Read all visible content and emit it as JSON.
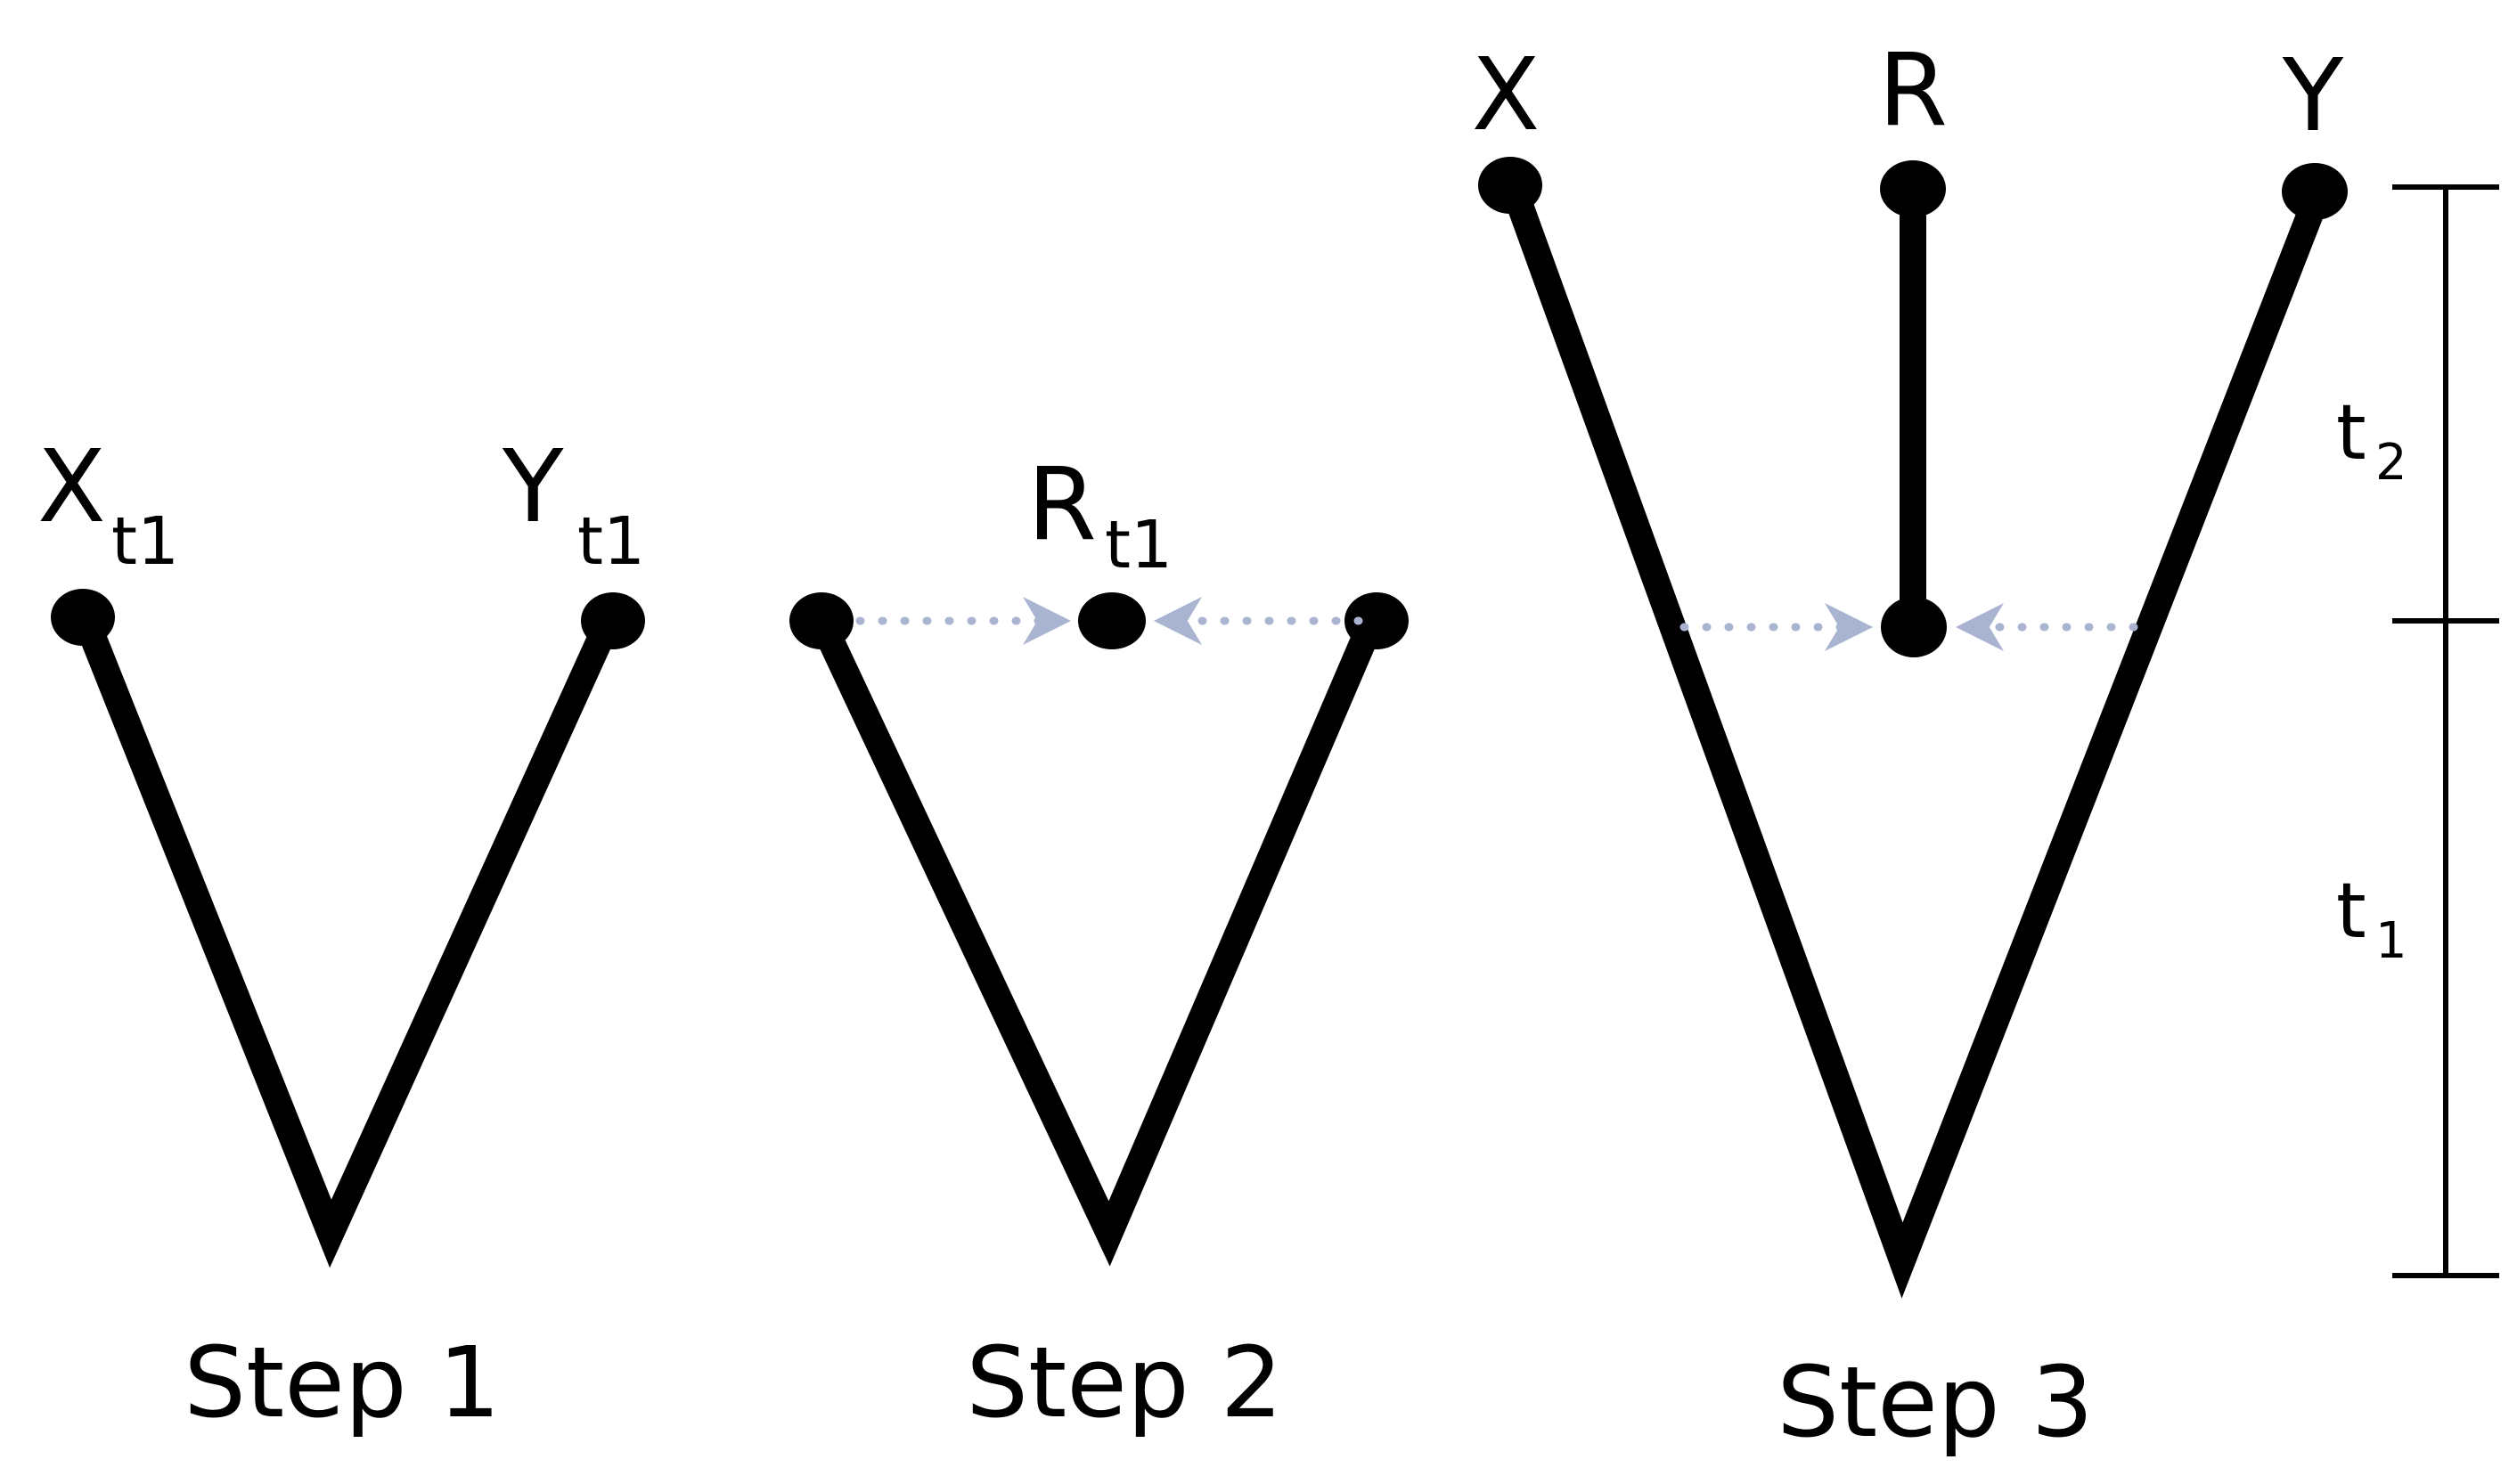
{
  "colors": {
    "branch": "#000000",
    "arrow": "#a9b4d0",
    "background": "#ffffff"
  },
  "step1": {
    "caption": "Step 1",
    "left_label": "X",
    "left_sub": "t1",
    "right_label": "Y",
    "right_sub": "t1"
  },
  "step2": {
    "caption": "Step 2",
    "mid_label": "R",
    "mid_sub": "t1"
  },
  "step3": {
    "caption": "Step 3",
    "left_label": "X",
    "mid_label": "R",
    "right_label": "Y"
  },
  "timescale": {
    "upper_label": "t",
    "upper_sub": "2",
    "lower_label": "t",
    "lower_sub": "1"
  }
}
